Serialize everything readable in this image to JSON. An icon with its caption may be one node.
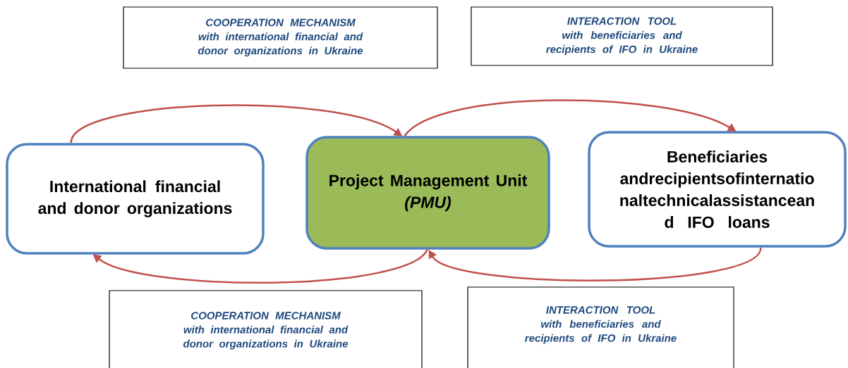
{
  "diagram": {
    "nodes": [
      {
        "text": [
          "COOPERATION MECHANISM",
          "with international financial and donor organizations in Ukraine"
        ]
      },
      {
        "text": [
          "INTERACTION TOOL",
          "with beneficiaries and recipients of IFO in Ukraine"
        ]
      },
      {
        "text": [
          "International financial and donor organizations"
        ]
      },
      {
        "text": [
          "Project Management Unit",
          "(PMU)"
        ]
      },
      {
        "text": [
          "Beneficiaries andrecipientsofinternatio naltechnicalassistancean d IFO loans"
        ]
      },
      {
        "text": [
          "COOPERATION MECHANISM",
          "with international financial and donor organizations in Ukraine"
        ]
      },
      {
        "text": [
          "INTERACTION TOOL",
          "with beneficiaries and recipients of IFO in Ukraine"
        ]
      }
    ],
    "edges": [
      {
        "from": 2,
        "to": 3,
        "arrow": "to"
      },
      {
        "from": 3,
        "to": 4,
        "arrow": "to"
      },
      {
        "from": 3,
        "to": 2,
        "arrow": "to"
      },
      {
        "from": 4,
        "to": 3,
        "arrow": "to"
      }
    ]
  }
}
